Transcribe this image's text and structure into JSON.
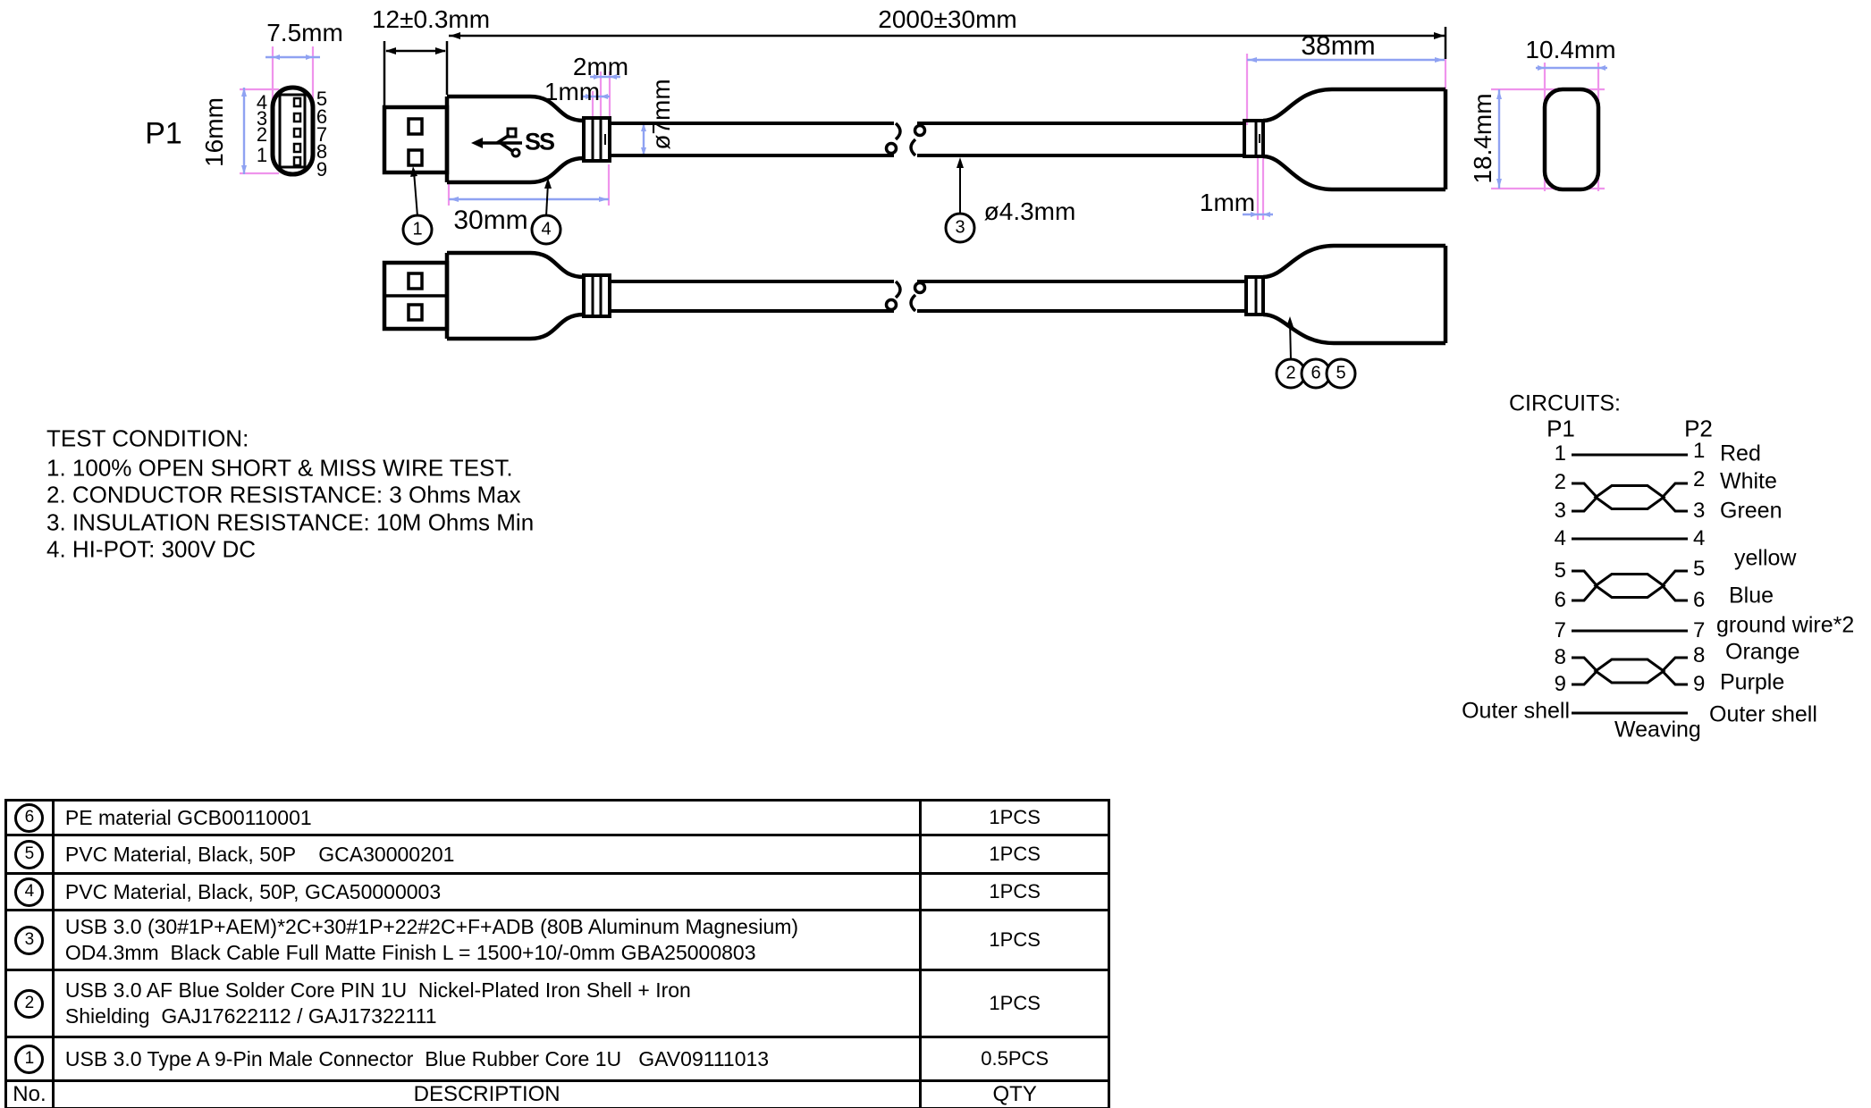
{
  "colors": {
    "line_black": "#000000",
    "dim_blue": "#8fa2f2",
    "ext_pink": "#ef94ec"
  },
  "drawing": {
    "p1_label": "P1",
    "pins_left": [
      "4",
      "3",
      "2",
      "1"
    ],
    "pins_right": [
      "5",
      "6",
      "7",
      "8",
      "9"
    ],
    "dim_7_5": "7.5mm",
    "dim_16": "16mm",
    "dim_12": "12±0.3mm",
    "dim_2000": "2000±30mm",
    "dim_38": "38mm",
    "dim_2": "2mm",
    "dim_1_left": "1mm",
    "dim_o7": "ø7mm",
    "dim_30": "30mm",
    "dim_o43": "ø4.3mm",
    "dim_1_right": "1mm",
    "dim_10_4": "10.4mm",
    "dim_18_4": "18.4mm",
    "usb_logo_text": "SS",
    "callout_1": "1",
    "callout_2": "2",
    "callout_3": "3",
    "callout_4": "4",
    "callout_5": "5",
    "callout_6": "6"
  },
  "test_conditions": {
    "title": "TEST CONDITION:",
    "items": [
      "1. 100% OPEN SHORT & MISS WIRE TEST.",
      "2. CONDUCTOR RESISTANCE: 3 Ohms Max",
      "3. INSULATION RESISTANCE: 10M Ohms Min",
      "4. HI-POT: 300V DC"
    ]
  },
  "circuits": {
    "title": "CIRCUITS:",
    "p1": "P1",
    "p2": "P2",
    "rows": [
      {
        "l": "1",
        "r": "1",
        "label": "Red"
      },
      {
        "l": "2",
        "r": "2",
        "label": "White"
      },
      {
        "l": "3",
        "r": "3",
        "label": "Green"
      },
      {
        "l": "4",
        "r": "4",
        "label": ""
      },
      {
        "l": "5",
        "r": "5",
        "label": "yellow"
      },
      {
        "l": "6",
        "r": "6",
        "label": "Blue"
      },
      {
        "l": "7",
        "r": "7",
        "label": "ground wire*2"
      },
      {
        "l": "8",
        "r": "8",
        "label": "Orange"
      },
      {
        "l": "9",
        "r": "9",
        "label": "Purple"
      }
    ],
    "outer_shell_left": "Outer shell",
    "outer_shell_right": "Outer shell",
    "weaving": "Weaving"
  },
  "bom": {
    "rows": [
      {
        "no": "6",
        "line1": "PE material GCB00110001",
        "line2": "",
        "qty": "1PCS"
      },
      {
        "no": "5",
        "line1": "PVC Material, Black, 50P    GCA30000201",
        "line2": "",
        "qty": "1PCS"
      },
      {
        "no": "4",
        "line1": "PVC Material, Black, 50P, GCA50000003",
        "line2": "",
        "qty": "1PCS"
      },
      {
        "no": "3",
        "line1": "USB 3.0 (30#1P+AEM)*2C+30#1P+22#2C+F+ADB (80B Aluminum Magnesium)",
        "line2": "OD4.3mm  Black Cable Full Matte Finish L = 1500+10/-0mm GBA25000803",
        "qty": "1PCS"
      },
      {
        "no": "2",
        "line1": "USB 3.0 AF Blue Solder Core PIN 1U  Nickel-Plated Iron Shell + Iron",
        "line2": "Shielding  GAJ17622112 / GAJ17322111",
        "qty": "1PCS"
      },
      {
        "no": "1",
        "line1": "USB 3.0 Type A 9-Pin Male Connector  Blue Rubber Core 1U   GAV09111013",
        "line2": "",
        "qty": "0.5PCS"
      }
    ],
    "footer": {
      "no": "No.",
      "desc": "DESCRIPTION",
      "qty": "QTY"
    }
  }
}
